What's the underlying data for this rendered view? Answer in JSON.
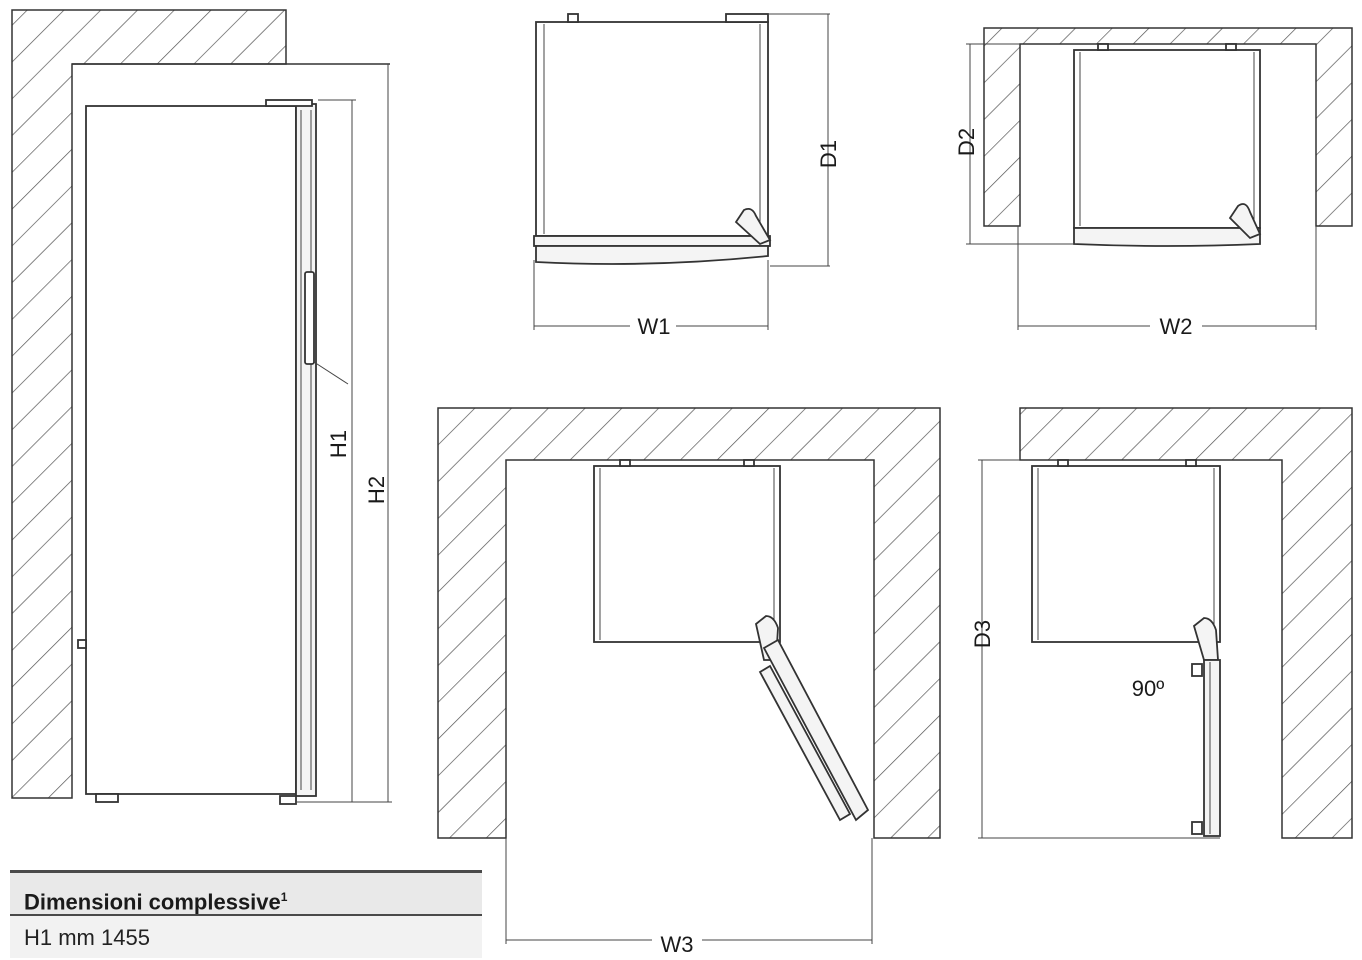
{
  "labels": {
    "h1": "H1",
    "h2": "H2",
    "w1": "W1",
    "d1": "D1",
    "w2": "W2",
    "d2": "D2",
    "w3": "W3",
    "d3": "D3",
    "angle": "90º"
  },
  "table": {
    "header": "Dimensioni complessive",
    "header_sup": "1",
    "rows": [
      "H1 mm 1455"
    ]
  }
}
